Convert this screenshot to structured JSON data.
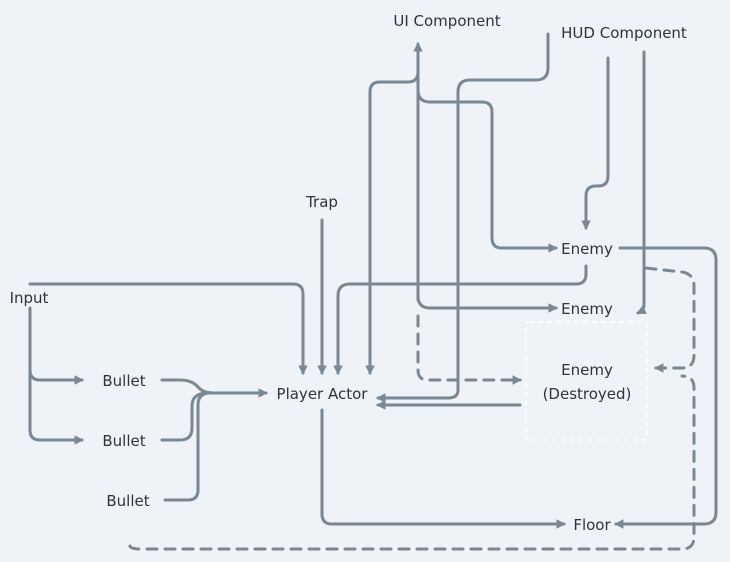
{
  "diagram": {
    "nodes": {
      "ui_component": "UI Component",
      "hud_component": "HUD Component",
      "trap": "Trap",
      "input": "Input",
      "enemy_top": "Enemy",
      "enemy_mid": "Enemy",
      "enemy_destroyed_line1": "Enemy",
      "enemy_destroyed_line2": "(Destroyed)",
      "player_actor": "Player Actor",
      "bullet_1": "Bullet",
      "bullet_2": "Bullet",
      "bullet_3": "Bullet",
      "floor": "Floor"
    },
    "colors": {
      "edge": "#7a8795",
      "text": "#2b3440",
      "background": "#eff3f7"
    }
  }
}
